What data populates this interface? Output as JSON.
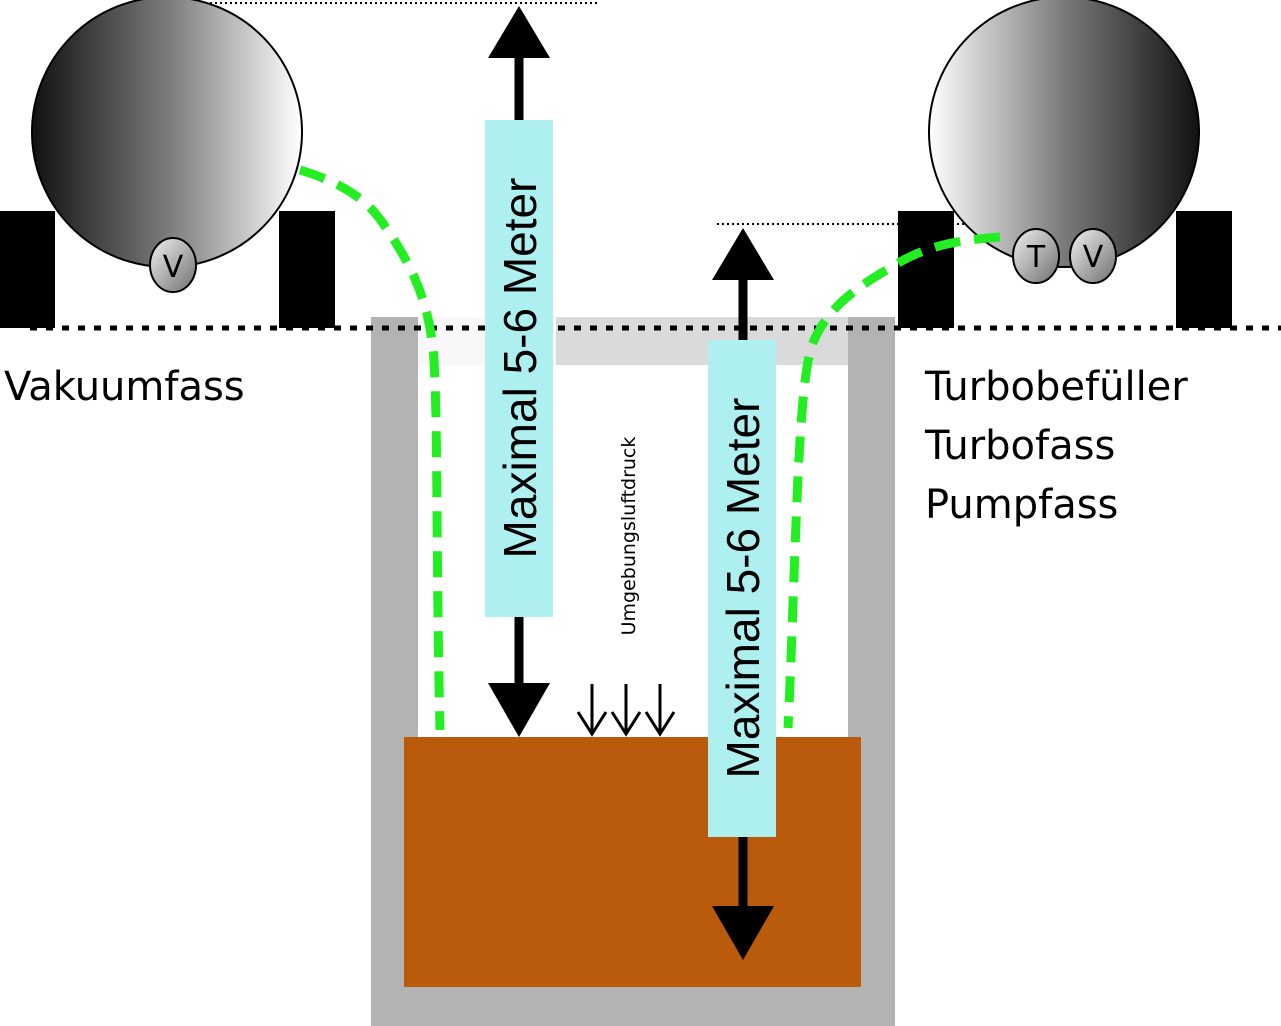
{
  "diagram": {
    "left_tank": {
      "label": "Vakuumfass",
      "valve_label": "V"
    },
    "right_tank": {
      "labels": [
        "Turbobefüller",
        "Turbofass",
        "Pumpfass"
      ],
      "valve_labels": [
        "T",
        "V"
      ]
    },
    "height_arrows": [
      {
        "label": "Maximal 5-6 Meter"
      },
      {
        "label": "Maximal 5-6 Meter"
      }
    ],
    "pressure_label": "Umgebungsluftdruck",
    "colors": {
      "hose": "#22ee22",
      "slurry": "#b95b0b",
      "pit_wall": "#b3b3b3",
      "label_bg": "#aeeff0",
      "tank_dark": "#1a1a1a",
      "tank_light": "#ffffff"
    }
  }
}
